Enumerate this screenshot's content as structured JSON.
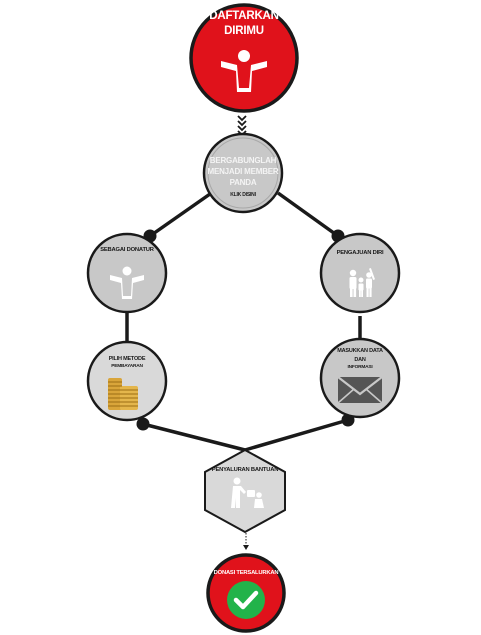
{
  "colors": {
    "red": "#e0121b",
    "gray_fill": "#c8c8c8",
    "gray_light": "#d9d9d9",
    "outline": "#1a1a1a",
    "green": "#22b34a"
  },
  "nodes": {
    "register": {
      "line1": "DAFTARKAN",
      "line2": "DIRIMU",
      "icon": "person-icon"
    },
    "join": {
      "line1": "BERGABUNGLAH",
      "line2": "MENJADI MEMBER",
      "line3": "PANDA",
      "line4": "KLIK DISINI"
    },
    "donor": {
      "label": "SEBAGAI DONATUR",
      "icon": "person-icon"
    },
    "applicant": {
      "label": "PENGAJUAN DIRI",
      "icon": "family-icon"
    },
    "payment": {
      "line1": "PILIH METODE",
      "line2": "PEMBAYARAN",
      "icon": "coins-icon"
    },
    "info": {
      "line1": "MASUKKAN DATA",
      "line2": "DAN",
      "line3": "INFORMASI",
      "icon": "envelope-icon"
    },
    "distribution": {
      "label": "PENYALURAN BANTUAN",
      "icon": "giving-icon"
    },
    "done": {
      "label": "DONASI TERSALURKAN",
      "icon": "checkmark-icon"
    }
  }
}
